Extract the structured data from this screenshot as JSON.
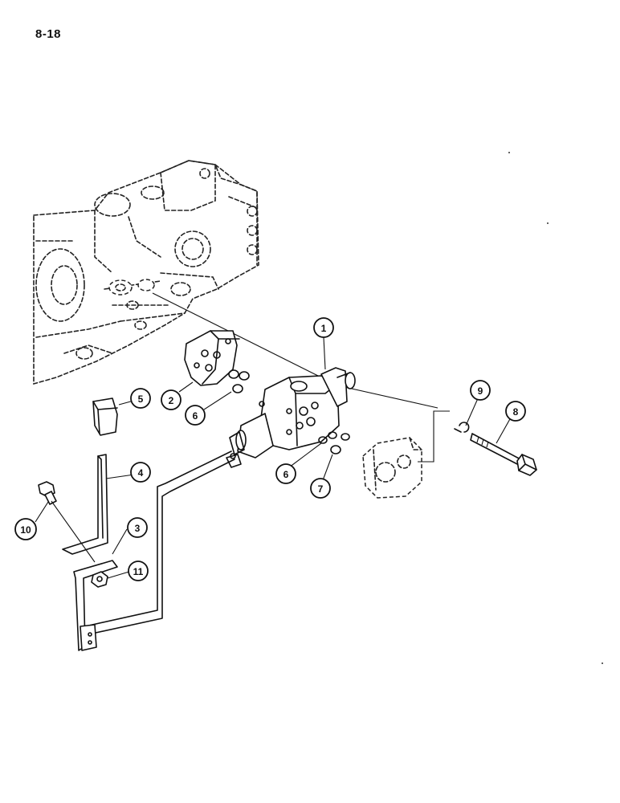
{
  "page_number": "8-18",
  "callouts": [
    {
      "id": "c1",
      "label": "1"
    },
    {
      "id": "c2",
      "label": "2"
    },
    {
      "id": "c3",
      "label": "3"
    },
    {
      "id": "c4",
      "label": "4"
    },
    {
      "id": "c5",
      "label": "5"
    },
    {
      "id": "c6a",
      "label": "6"
    },
    {
      "id": "c6b",
      "label": "6"
    },
    {
      "id": "c7",
      "label": "7"
    },
    {
      "id": "c8",
      "label": "8"
    },
    {
      "id": "c9",
      "label": "9"
    },
    {
      "id": "c10",
      "label": "10"
    },
    {
      "id": "c11",
      "label": "11"
    }
  ]
}
